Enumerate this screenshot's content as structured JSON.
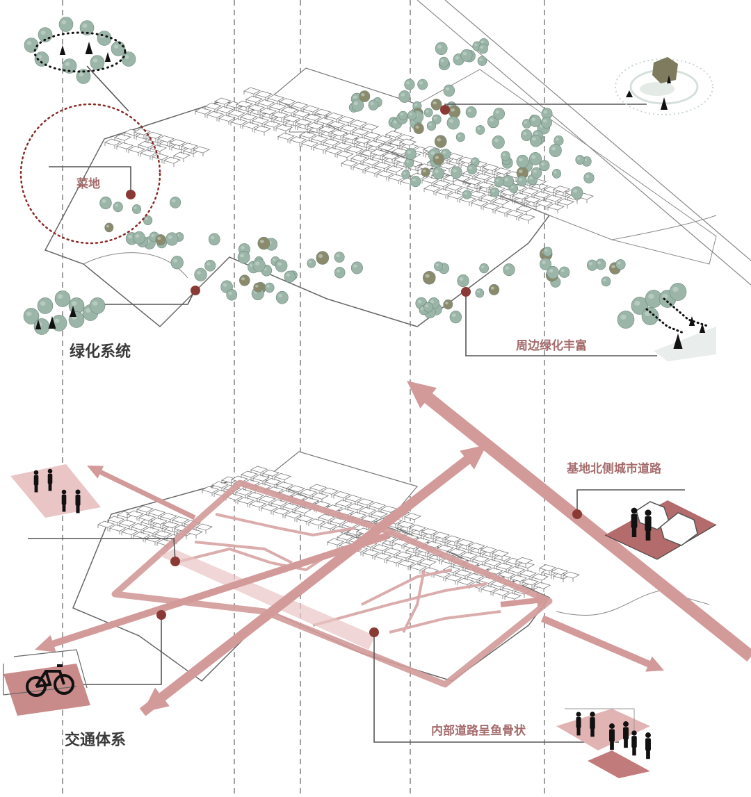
{
  "green_system": {
    "title": "绿化系统",
    "callouts": {
      "vegetable_field": "菜地",
      "rich_surrounding_greenery": "周边绿化丰富"
    }
  },
  "traffic_system": {
    "title": "交通体系",
    "callouts": {
      "north_city_road": "基地北侧城市道路",
      "internal_fishbone_roads": "内部道路呈鱼骨状"
    }
  },
  "colors": {
    "road_pink": "#d39a9a",
    "road_fill": "#e9c5c5",
    "tree_green": "#9bb5a8",
    "tree_olive": "#8c8a6c",
    "marker_brown": "#8a3a34",
    "circle_dot": "#8a2a24",
    "leader_line": "#555555",
    "guide_dash": "#777777"
  },
  "icons": [
    "person-silhouette-icon",
    "car-icon",
    "bicycle-icon",
    "tree-icon"
  ]
}
